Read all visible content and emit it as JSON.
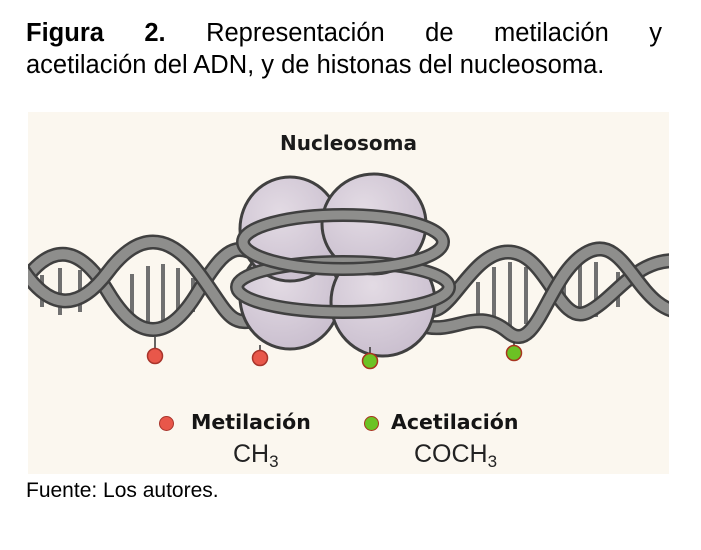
{
  "caption": {
    "label": "Figura",
    "number": "2.",
    "words_line1": [
      "Representación",
      "de",
      "metilación",
      "y"
    ],
    "line2": "acetilación del ADN, y de histonas del nucleosoma."
  },
  "figure": {
    "title": "Nucleosoma",
    "legend": [
      {
        "label": "Metilación",
        "formula_main": "CH",
        "formula_sub": "3",
        "color": "#e8574a",
        "border": "#a8342b"
      },
      {
        "label": "Acetilación",
        "formula_main": "COCH",
        "formula_sub": "3",
        "color": "#6cc224",
        "border": "#a8341f"
      }
    ],
    "colors": {
      "background": "#fbf7ef",
      "dna": "#8e8e8c",
      "outline": "#404040",
      "histone": "#d6ccd8"
    }
  },
  "source": "Fuente: Los autores."
}
